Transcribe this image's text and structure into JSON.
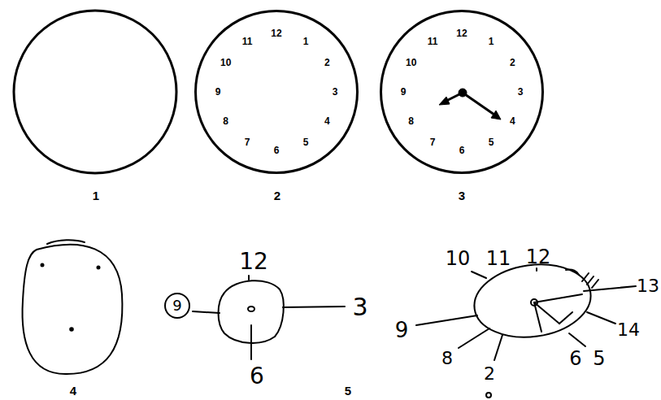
{
  "diagram": {
    "nodes": [
      {
        "text": [
          "12",
          "1",
          "2",
          "3",
          "4",
          "5",
          "6",
          "7",
          "8",
          "9",
          "10",
          "11"
        ]
      },
      {
        "text": [
          "12",
          "1",
          "2",
          "3",
          "4",
          "5",
          "6",
          "7",
          "8",
          "9",
          "10",
          "11"
        ]
      }
    ],
    "labels": [
      "1",
      "2",
      "3",
      "4",
      "12",
      "9",
      "3",
      "6",
      "5",
      "10",
      "11",
      "12",
      "13",
      "9",
      "14",
      "8",
      "2",
      "6",
      "5"
    ]
  }
}
